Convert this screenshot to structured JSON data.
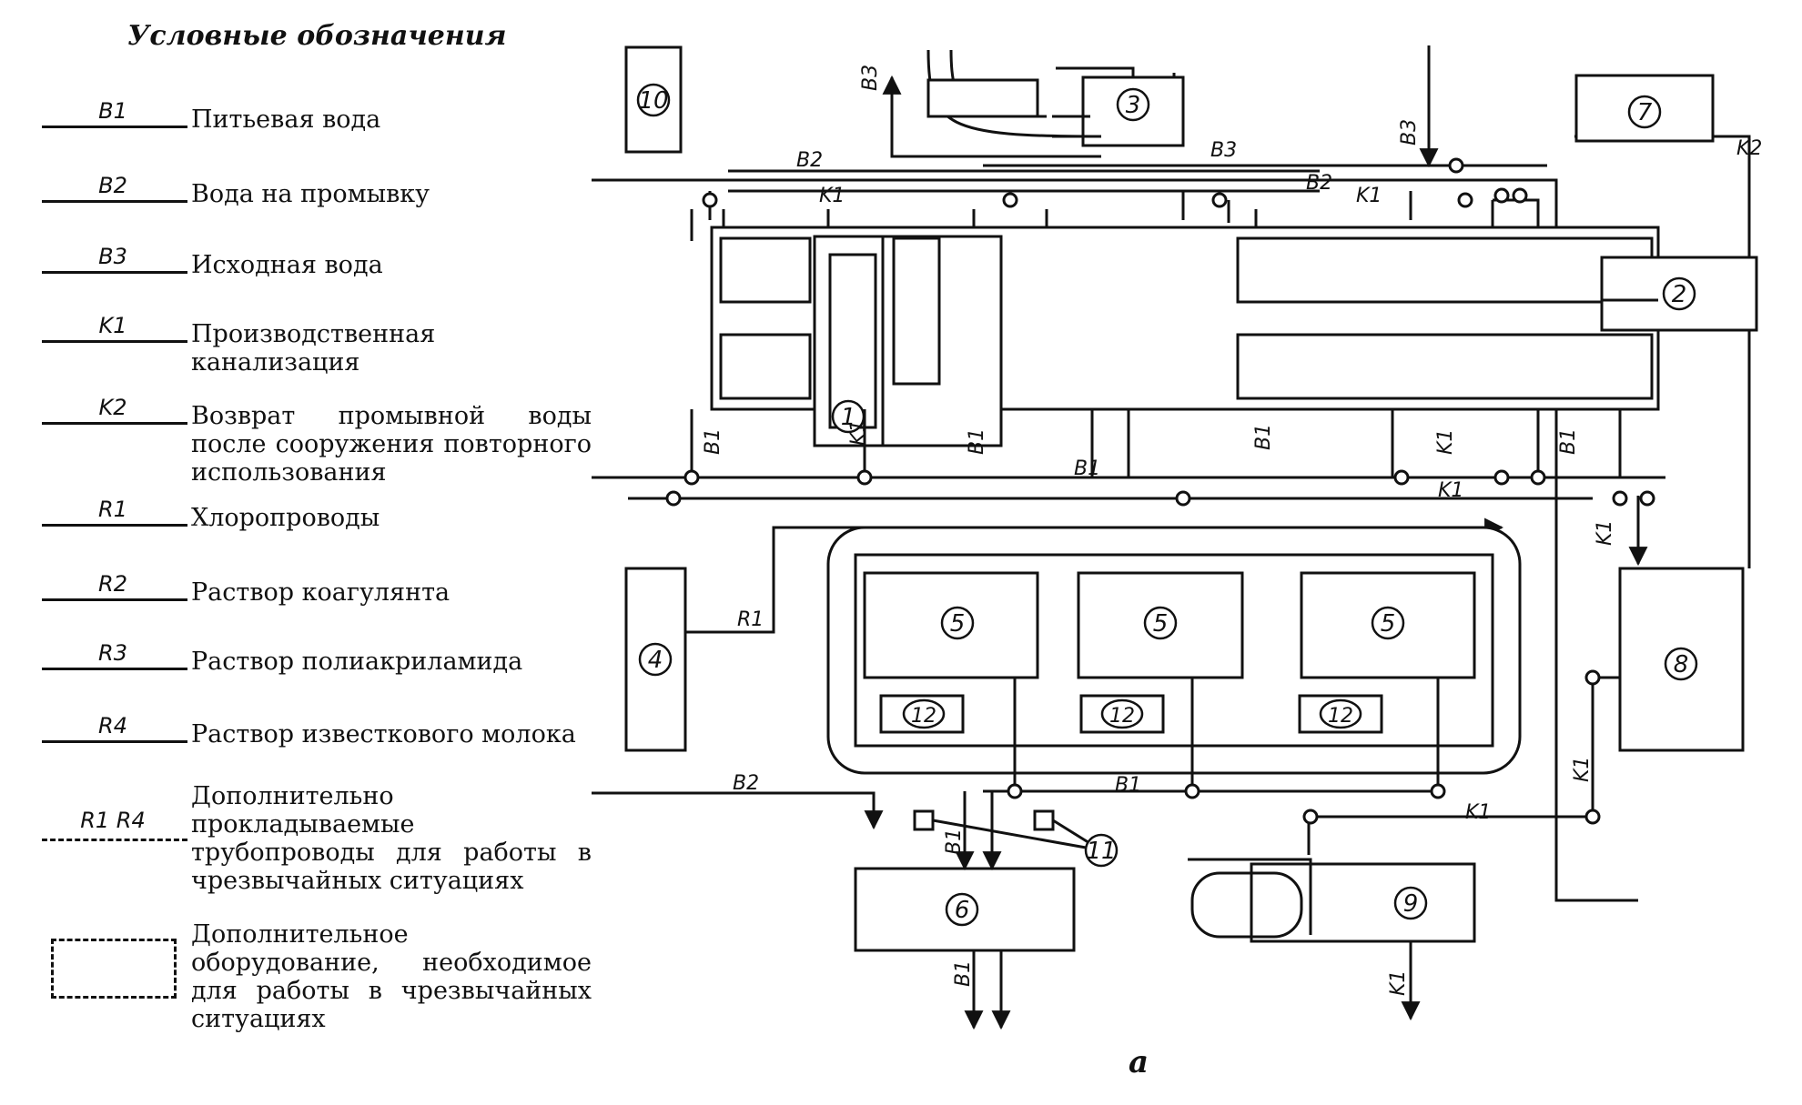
{
  "legend": {
    "title": "Условные обозначения",
    "items": [
      {
        "code": "B1",
        "desc": "Питьевая вода"
      },
      {
        "code": "B2",
        "desc": "Вода на промывку"
      },
      {
        "code": "B3",
        "desc": "Исходная вода"
      },
      {
        "code": "K1",
        "desc": "Производственная канализация"
      },
      {
        "code": "K2",
        "desc": "Возврат промывной воды после сооружения повторного использования"
      },
      {
        "code": "R1",
        "desc": "Хлоропроводы"
      },
      {
        "code": "R2",
        "desc": "Раствор коагулянта"
      },
      {
        "code": "R3",
        "desc": "Раствор полиакриламида"
      },
      {
        "code": "R4",
        "desc": "Раствор известкового молока"
      },
      {
        "code": "R1 R4",
        "desc": "Дополнительно прокладываемые трубопроводы для работы в чрезвычайных ситуациях"
      }
    ],
    "extra_equipment_desc": "Дополнительное оборудование, необходимое для работы в чрезвычайных ситуациях"
  },
  "diagram": {
    "numbers": [
      "1",
      "2",
      "3",
      "4",
      "5",
      "6",
      "7",
      "8",
      "9",
      "10",
      "11",
      "12"
    ],
    "pipe_labels": {
      "b1": "B1",
      "b2": "B2",
      "b3": "B3",
      "k1": "K1",
      "k2": "K2",
      "r1": "R1"
    }
  },
  "caption": "а"
}
